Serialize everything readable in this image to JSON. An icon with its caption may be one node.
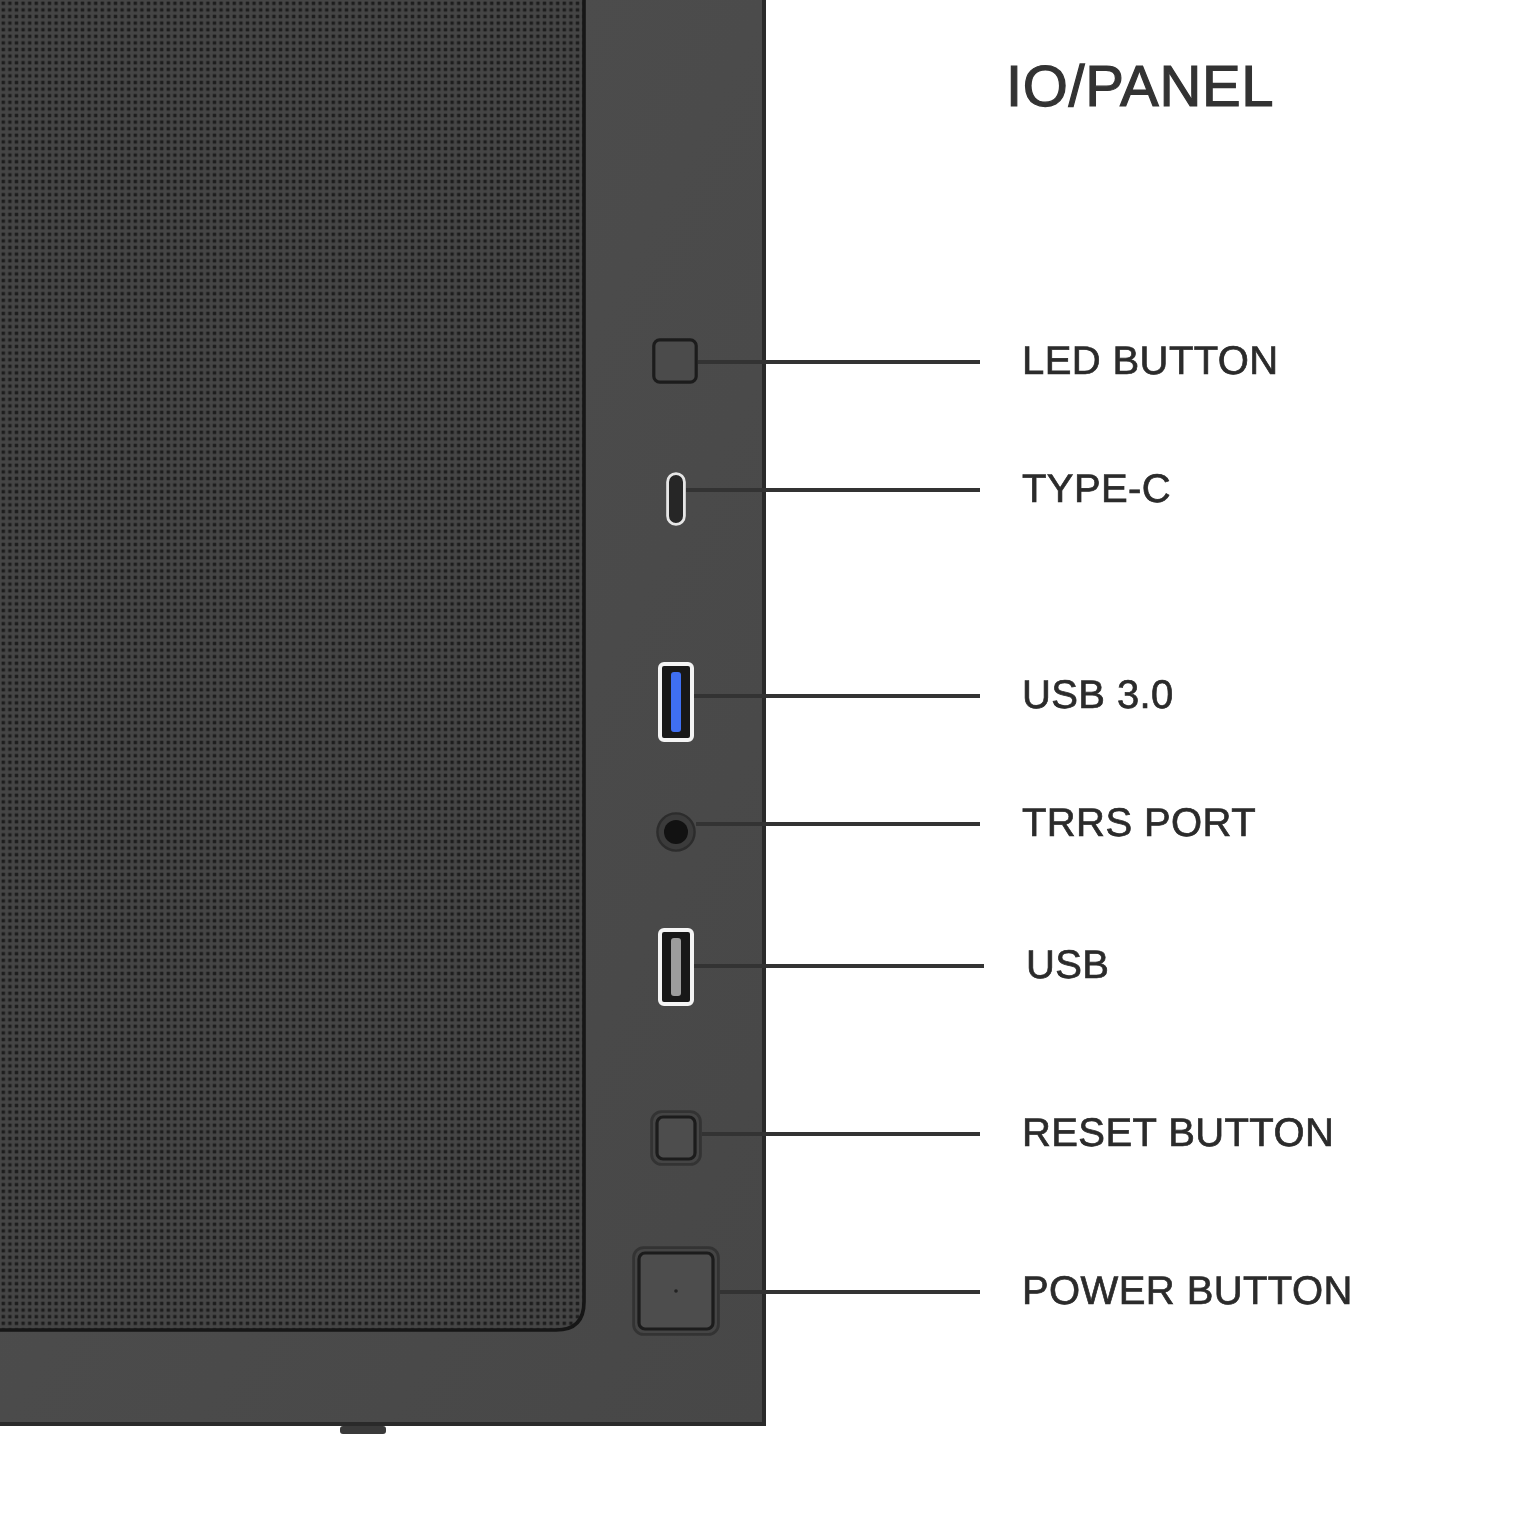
{
  "diagram": {
    "title": "IO/PANEL",
    "nodes": [
      {
        "text": [],
        "shape": "box"
      },
      {
        "text": [
          "LED BUTTON"
        ]
      },
      {
        "text": [],
        "shape": "box"
      },
      {
        "text": [
          "TYPE-C"
        ]
      },
      {
        "text": [],
        "shape": "picture"
      },
      {
        "text": [
          "USB 3.0"
        ]
      },
      {
        "text": [],
        "shape": "circle"
      },
      {
        "text": [
          "TRRS PORT"
        ]
      },
      {
        "text": [],
        "shape": "picture"
      },
      {
        "text": [
          "USB"
        ]
      },
      {
        "text": [],
        "shape": "box"
      },
      {
        "text": [
          "RESET BUTTON"
        ]
      },
      {
        "text": [],
        "shape": "box"
      },
      {
        "text": [
          "POWER BUTTON"
        ]
      }
    ],
    "edges": [
      {
        "from": 1,
        "to": 0,
        "arrow": "none"
      },
      {
        "from": 3,
        "to": 2,
        "arrow": "none"
      },
      {
        "from": 5,
        "to": 4,
        "arrow": "none"
      },
      {
        "from": 7,
        "to": 6,
        "arrow": "none"
      },
      {
        "from": 9,
        "to": 8,
        "arrow": "none"
      },
      {
        "from": 11,
        "to": 10,
        "arrow": "none"
      },
      {
        "from": 13,
        "to": 12,
        "arrow": "none"
      }
    ]
  }
}
